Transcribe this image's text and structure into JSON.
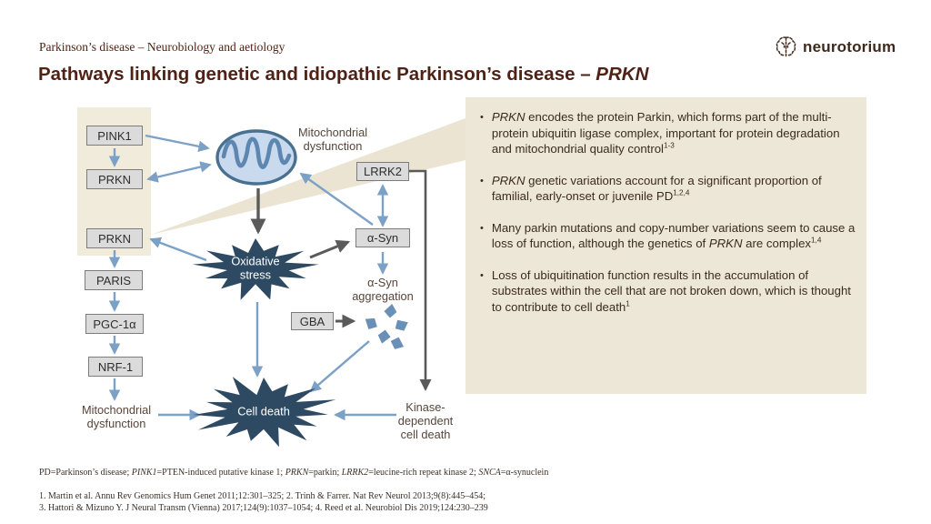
{
  "colors": {
    "accent": "#4f2215",
    "arrow_blue": "#7ba1c6",
    "arrow_gray": "#5a5a5a",
    "burst_navy": "#2e4a63",
    "panel_beige": "#ede7d7",
    "box_gray": "#dbdbdb"
  },
  "header": {
    "kicker": "Parkinson’s disease – Neurobiology and aetiology",
    "title_segments": [
      {
        "t": "Pathways linking genetic and idiopathic Parkinson’s disease – "
      },
      {
        "t": "PRKN",
        "i": true
      }
    ]
  },
  "logo": {
    "name": "neurotorium",
    "icon": "brain-icon"
  },
  "diagram": {
    "boxes": {
      "pink1": "PINK1",
      "prkn_top": "PRKN",
      "prkn_mid": "PRKN",
      "paris": "PARIS",
      "pgc1a": "PGC-1α",
      "nrf1": "NRF-1",
      "lrrk2": "LRRK2",
      "asyn": "α-Syn",
      "gba": "GBA"
    },
    "labels": {
      "mito_dysfunction_top": "Mitochondrial\ndysfunction",
      "mito_dysfunction_bottom": "Mitochondrial\ndysfunction",
      "asyn_aggregation": "α-Syn\naggregation",
      "kinase_dependent": "Kinase-\ndependent\ncell death"
    },
    "bursts": {
      "oxidative_stress": "Oxidative\nstress",
      "cell_death": "Cell death"
    },
    "icons": [
      "mitochondrion-icon",
      "alpha-syn-aggregates-icon"
    ]
  },
  "panel": {
    "bullet_char": "•",
    "bullets": [
      {
        "segments": [
          {
            "t": "PRKN",
            "i": true
          },
          {
            "t": " encodes the protein Parkin, which forms part of the multi-protein ubiquitin ligase complex, important for protein degradation and mitochondrial quality control"
          },
          {
            "t": "1-3",
            "sup": true
          }
        ]
      },
      {
        "segments": [
          {
            "t": "PRKN",
            "i": true
          },
          {
            "t": " genetic variations account for a significant proportion of familial, early-onset or juvenile PD"
          },
          {
            "t": "1,2,4",
            "sup": true
          }
        ]
      },
      {
        "segments": [
          {
            "t": "Many parkin mutations and copy-number variations seem to cause a loss of function, although the genetics of "
          },
          {
            "t": "PRKN",
            "i": true
          },
          {
            "t": " are complex"
          },
          {
            "t": "1,4",
            "sup": true
          }
        ]
      },
      {
        "segments": [
          {
            "t": "Loss of ubiquitination function results in the accumulation of substrates within the cell that are not broken down, which is thought to contribute to cell death"
          },
          {
            "t": "1",
            "sup": true
          }
        ]
      }
    ]
  },
  "footnote": {
    "segments": [
      {
        "t": "PD=Parkinson’s disease; "
      },
      {
        "t": "PINK1",
        "i": true
      },
      {
        "t": "=PTEN-induced putative kinase 1; "
      },
      {
        "t": "PRKN",
        "i": true
      },
      {
        "t": "=parkin; "
      },
      {
        "t": "LRRK2",
        "i": true
      },
      {
        "t": "=leucine-rich repeat kinase 2; "
      },
      {
        "t": "SNCA",
        "i": true
      },
      {
        "t": "=α-synuclein"
      }
    ]
  },
  "references": {
    "text": "1. Martin et al. Annu Rev Genomics Hum Genet 2011;12:301–325; 2. Trinh & Farrer. Nat Rev Neurol 2013;9(8):445–454;\n3. Hattori & Mizuno Y. J Neural Transm (Vienna) 2017;124(9):1037–1054; 4. Reed et al. Neurobiol Dis 2019;124:230–239"
  }
}
